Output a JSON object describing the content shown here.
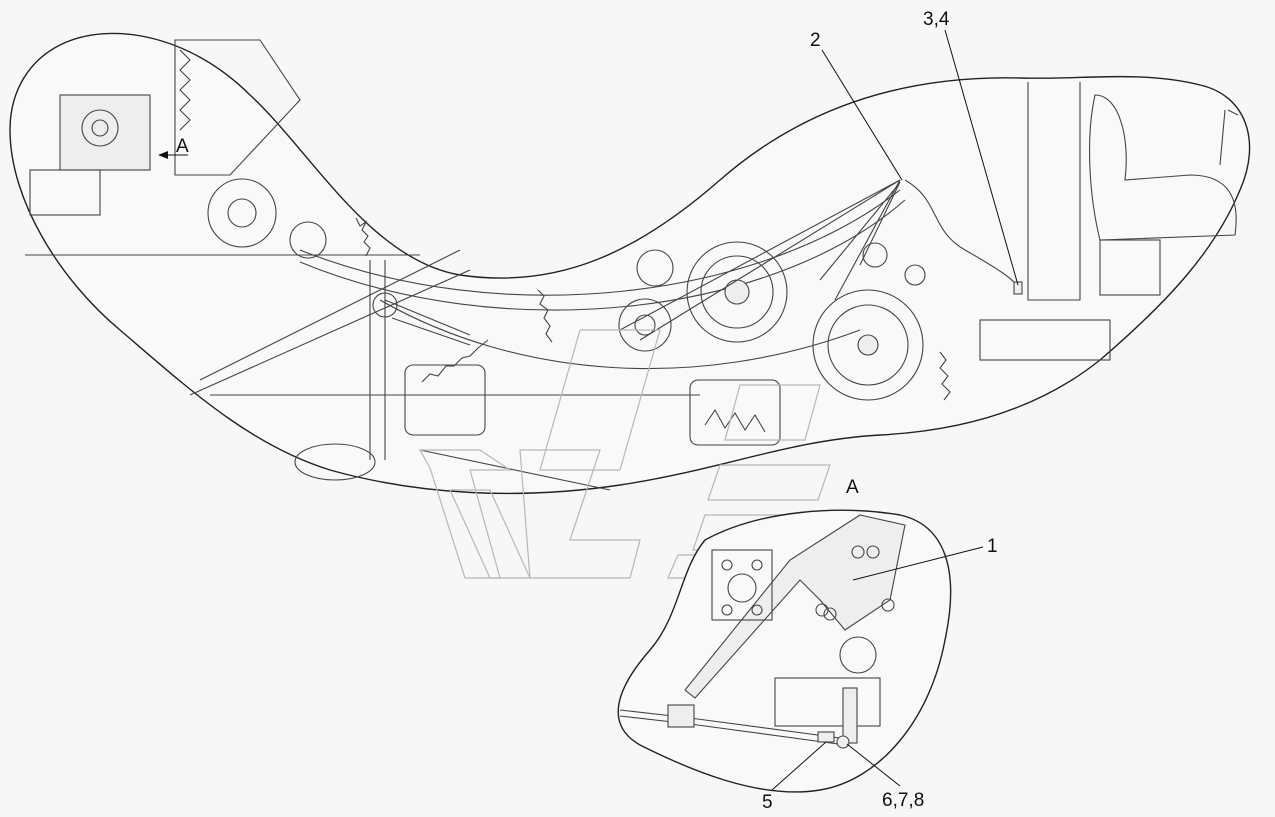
{
  "callouts": {
    "c1": "1",
    "c2": "2",
    "c34": "3,4",
    "c5": "5",
    "c678": "6,7,8"
  },
  "view_labels": {
    "main": "A",
    "detail": "A"
  },
  "colors": {
    "line": "#222222",
    "watermark": "#b7b7b7",
    "background": "#f7f7f7"
  }
}
